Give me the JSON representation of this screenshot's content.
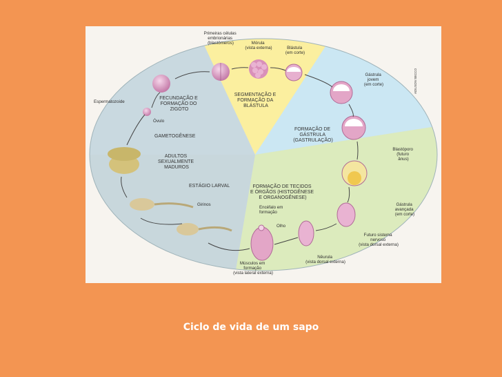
{
  "slide": {
    "caption": "Ciclo de vida de um sapo",
    "credit": "ADILSON SECCO",
    "stages": {
      "segmentation": [
        "SEGMENTAÇÃO E",
        "FORMAÇÃO DA",
        "BLÁSTULA"
      ],
      "gastrulation": [
        "FORMAÇÃO DE",
        "GÁSTRULA",
        "(GASTRULAÇÃO)"
      ],
      "organogenesis": [
        "FORMAÇÃO DE TECIDOS",
        "E ÓRGÃOS (HISTOGÊNESE",
        "E ORGANOGÊNESE)"
      ],
      "larval": "ESTÁGIO LARVAL",
      "adults": [
        "ADULTOS",
        "SEXUALMENTE",
        "MADUROS"
      ],
      "gametogenesis": "GAMETOGÊNESE",
      "fertilization": [
        "FECUNDAÇÃO E",
        "FORMAÇÃO DO",
        "ZIGOTO"
      ]
    },
    "labels": {
      "first_cells": [
        "Primeiras células",
        "embrionárias",
        "(blastômeros)"
      ],
      "morula": [
        "Mórula",
        "(vista externa)"
      ],
      "blastula": [
        "Blástula",
        "(em corte)"
      ],
      "young_gastrula": [
        "Gástrula",
        "jovem",
        "(em corte)"
      ],
      "blastopore": [
        "Blastóporo",
        "(futuro",
        "ânus)"
      ],
      "advanced_gastrula": [
        "Gástrula",
        "avançada",
        "(em corte)"
      ],
      "future_nervous": [
        "Futuro sistema",
        "nervoso",
        "(vista dorsal externa)"
      ],
      "neurula": [
        "Nêurula",
        "(vista dorsal externa)"
      ],
      "brain": [
        "Encéfalo em",
        "formação"
      ],
      "eye": "Olho",
      "muscles": [
        "Músculos em",
        "formação",
        "(vista lateral externa)"
      ],
      "tadpoles": "Girinos",
      "sperm": "Espermatozoide",
      "ovum": "Óvulo"
    }
  }
}
